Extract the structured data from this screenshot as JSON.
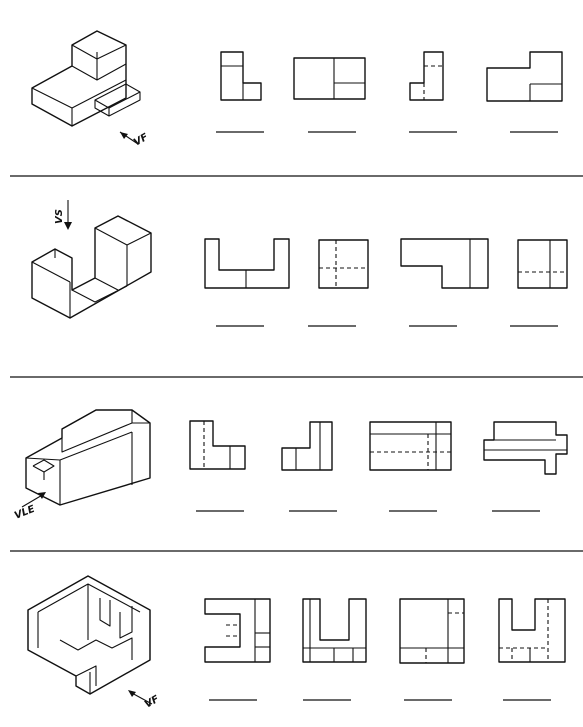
{
  "exercises": [
    {
      "view_label": "VF"
    },
    {
      "view_label": "VS"
    },
    {
      "view_label": "VLE"
    },
    {
      "view_label": "VF"
    }
  ]
}
